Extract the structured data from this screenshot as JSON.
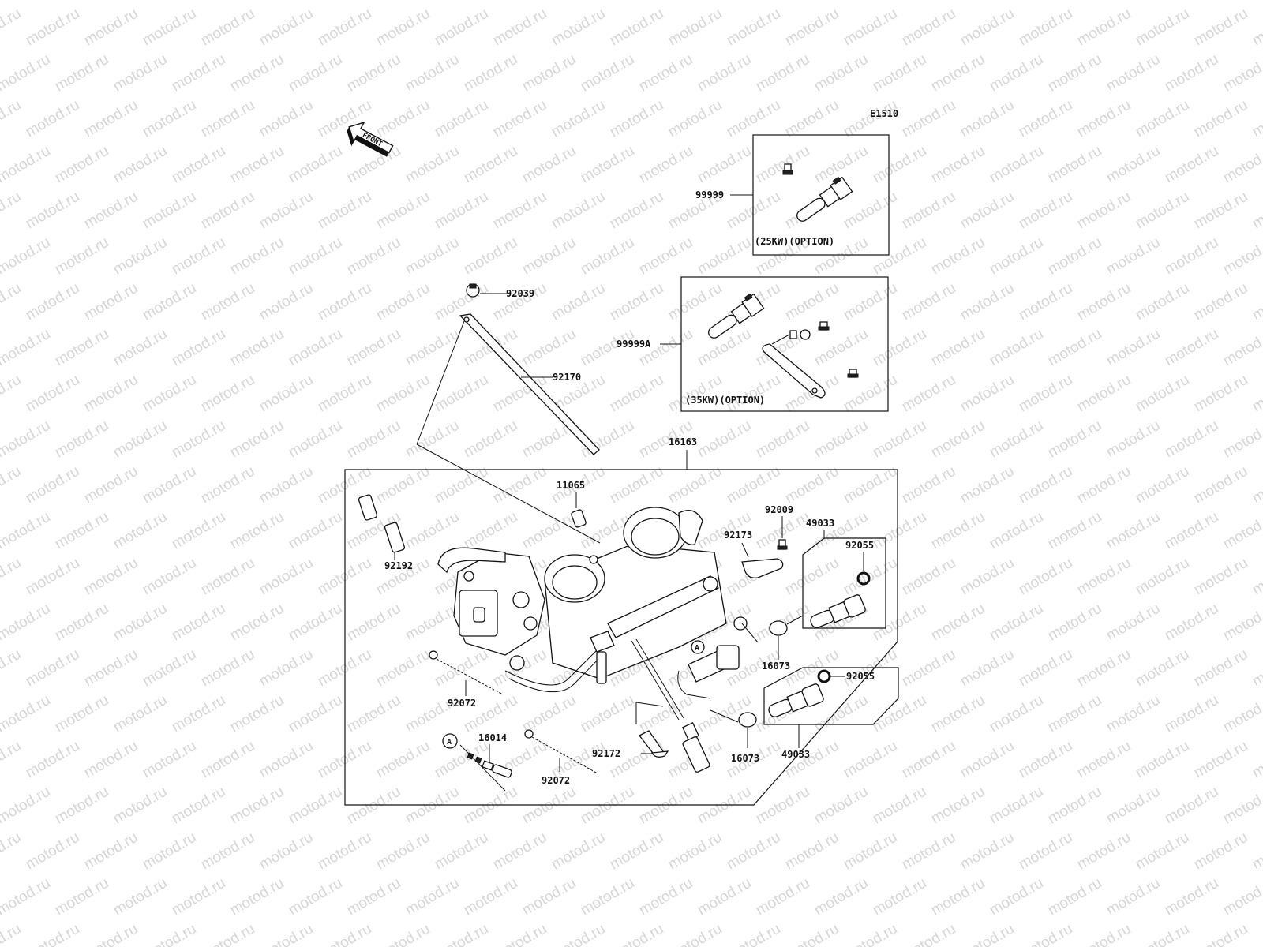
{
  "diagram": {
    "code": "E1510",
    "front_label": "FRONT",
    "watermark": "motod.ru",
    "ref_marker": "A",
    "options": [
      {
        "part": "99999",
        "note": "(25KW)(OPTION)"
      },
      {
        "part": "99999A",
        "note": "(35KW)(OPTION)"
      }
    ],
    "parts": {
      "assembly": "16163",
      "cap": "92039",
      "strap": "92170",
      "hose_small": "11065",
      "hose_pipe": "92192",
      "screw_small": "92009",
      "bracket": "92173",
      "injector_upper": "49033",
      "oring_upper": "92055",
      "seal_upper": "16073",
      "oring_lower": "92055",
      "injector_lower": "49033",
      "seal_lower": "16073",
      "band_left": "92072",
      "sensor": "16014",
      "band_bottom": "92072",
      "screw": "92172"
    }
  }
}
